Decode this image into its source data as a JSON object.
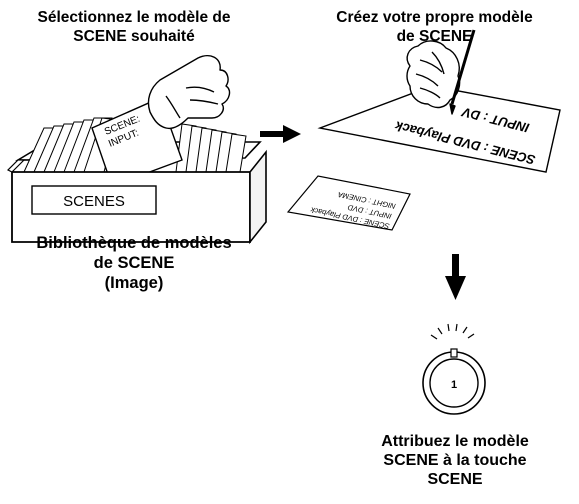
{
  "step1": {
    "caption_line1": "Sélectionnez le modèle de",
    "caption_line2": "SCENE souhaité"
  },
  "library": {
    "box_label": "SCENES",
    "card_line1": "SCENE:",
    "card_line2": "INPUT:",
    "caption_line1": "Bibliothèque de modèles",
    "caption_line2": "de SCENE",
    "caption_line3": "(Image)"
  },
  "step2": {
    "caption_line1": "Créez votre propre modèle",
    "caption_line2": "de SCENE",
    "big_card_line1": "SCENE : DVD Playback",
    "big_card_line2": "INPUT : DV",
    "small_card_line1": "SCENE : DVD Playback",
    "small_card_line2": "INPUT : DVD",
    "small_card_line3": "NIGHT : CINEMA"
  },
  "step3": {
    "button_number": "1",
    "caption_line1": "Attribuez le modèle",
    "caption_line2": "SCENE à la touche",
    "caption_line3": "SCENE"
  },
  "icons": [
    "hand-icon",
    "hand-writing-icon",
    "arrow-right-icon",
    "arrow-down-icon",
    "scene-button-icon"
  ]
}
